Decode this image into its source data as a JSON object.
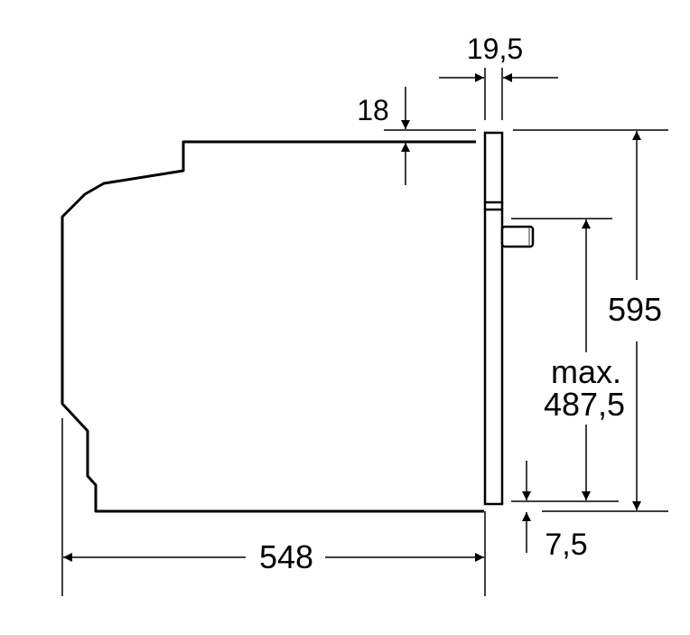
{
  "diagram": {
    "dimensions": {
      "panel_thickness": "19,5",
      "top_offset": "18",
      "total_height": "595",
      "door_height_line1": "max.",
      "door_height_line2": "487,5",
      "bottom_offset": "7,5",
      "depth": "548"
    },
    "colors": {
      "line": "#000000",
      "background": "#ffffff"
    }
  }
}
